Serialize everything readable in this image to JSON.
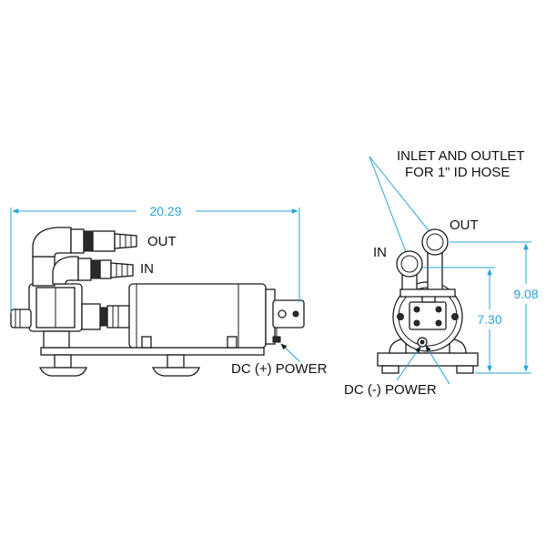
{
  "labels": {
    "out_side": "OUT",
    "in_side": "IN",
    "dc_plus": "DC (+) POWER",
    "inlet_outlet_line1": "INLET AND OUTLET",
    "inlet_outlet_line2": "FOR 1\" ID HOSE",
    "out_front": "OUT",
    "in_front": "IN",
    "dc_minus": "DC (-) POWER"
  },
  "dimensions": {
    "length": "20.29",
    "height_total": "9.08",
    "height_inlet": "7.30"
  },
  "colors": {
    "dimension": "#29a3d6",
    "line": "#1a1a1a"
  }
}
